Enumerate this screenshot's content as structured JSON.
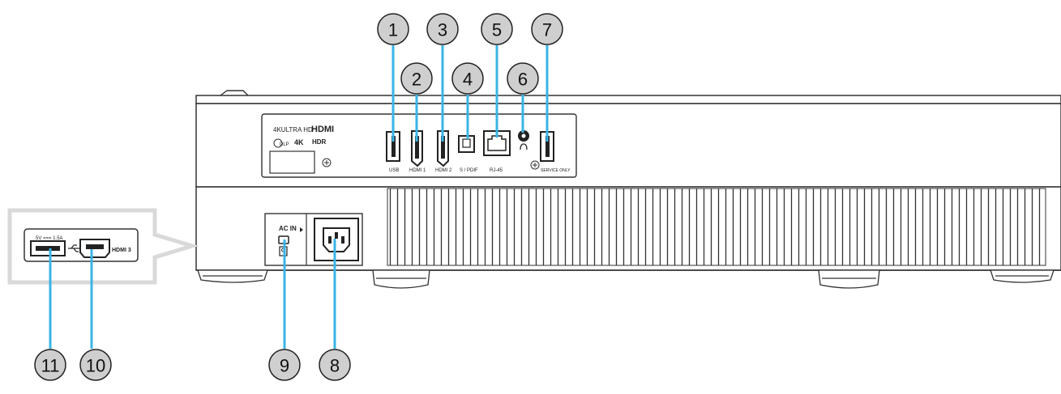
{
  "colors": {
    "leader_line": "#3ab4e6",
    "bubble_fill": "#cfcfcf",
    "bubble_stroke": "#222222",
    "panel_gray": "#d9d9d9",
    "body_outline": "#333333"
  },
  "panel_logos": {
    "ultra_hd": "4KULTRA HD",
    "hdmi": "HDMI",
    "dlp": "DLP",
    "k4": "4K",
    "hdr": "HDR"
  },
  "port_labels": {
    "usb": "USB",
    "hdmi1": "HDMI 1",
    "hdmi2": "HDMI 2",
    "spdif": "S / PDIF",
    "rj45": "RJ-45",
    "service": "SERVICE ONLY"
  },
  "ac_in_label": "AC IN",
  "side_panel": {
    "usb_rating": "5V === 1.5A",
    "hdmi3": "HDMI 3"
  },
  "callouts": [
    {
      "num": "1",
      "icon": "usb-port-icon"
    },
    {
      "num": "2",
      "icon": "hdmi-port-icon"
    },
    {
      "num": "3",
      "icon": "hdmi-port-icon"
    },
    {
      "num": "4",
      "icon": "spdif-port-icon"
    },
    {
      "num": "5",
      "icon": "rj45-port-icon"
    },
    {
      "num": "6",
      "icon": "audio-out-icon"
    },
    {
      "num": "7",
      "icon": "usb-service-port-icon"
    },
    {
      "num": "8",
      "icon": "ac-power-socket-icon"
    },
    {
      "num": "9",
      "icon": "kensington-lock-icon"
    },
    {
      "num": "10",
      "icon": "hdmi-port-icon"
    },
    {
      "num": "11",
      "icon": "usb-power-port-icon"
    }
  ]
}
